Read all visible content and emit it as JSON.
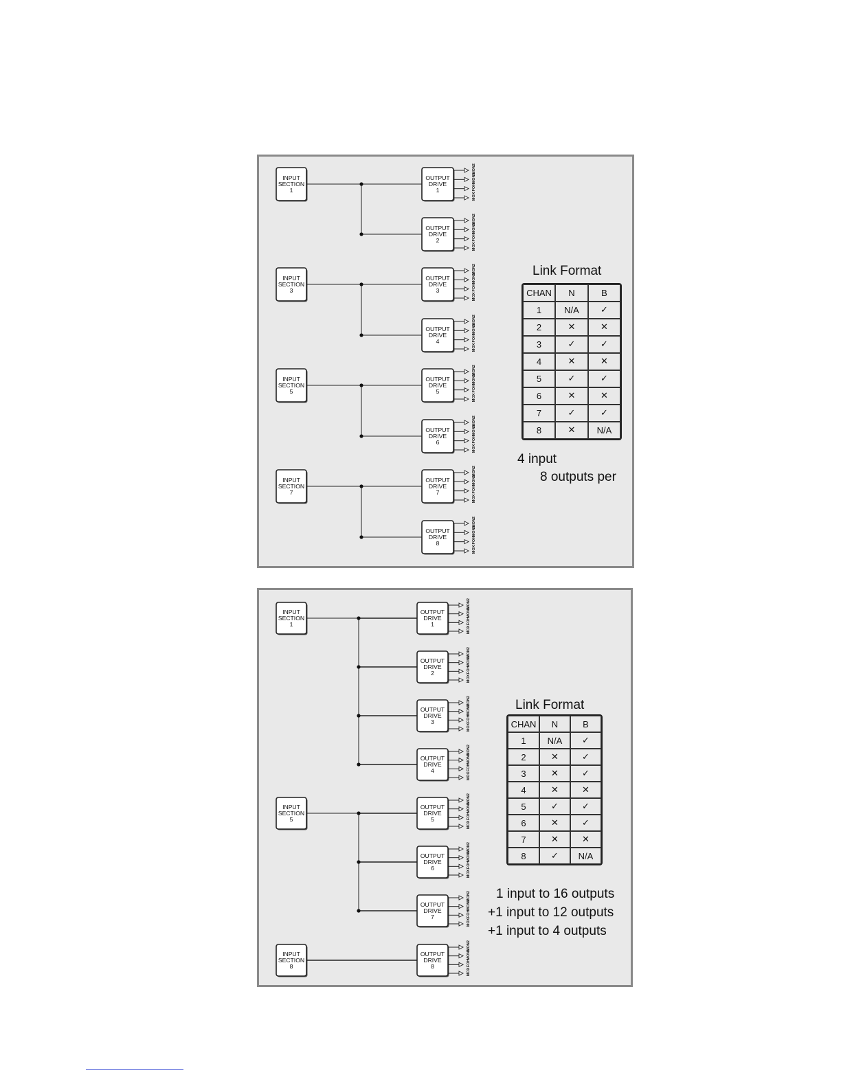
{
  "block_labels": {
    "input_line1": "INPUT",
    "input_line2": "SECTION",
    "output_line1": "OUTPUT",
    "output_line2": "DRIVE"
  },
  "output_tags": [
    "MOX",
    "FOH",
    "MON1",
    "MON2"
  ],
  "symbols": {
    "check": "✓",
    "cross": "✕"
  },
  "panels": [
    {
      "id": "top",
      "inputs": [
        "1",
        "3",
        "5",
        "7"
      ],
      "outputs": [
        "1",
        "2",
        "3",
        "4",
        "5",
        "6",
        "7",
        "8"
      ],
      "link_format": {
        "title": "Link Format",
        "headers": [
          "CHAN",
          "N",
          "B"
        ],
        "rows": [
          [
            "1",
            "N/A",
            "check"
          ],
          [
            "2",
            "cross",
            "cross"
          ],
          [
            "3",
            "check",
            "check"
          ],
          [
            "4",
            "cross",
            "cross"
          ],
          [
            "5",
            "check",
            "check"
          ],
          [
            "6",
            "cross",
            "cross"
          ],
          [
            "7",
            "check",
            "check"
          ],
          [
            "8",
            "cross",
            "N/A"
          ]
        ]
      },
      "notes": [
        "4 input",
        "8 outputs per"
      ]
    },
    {
      "id": "bottom",
      "inputs": [
        "1",
        "5",
        "8"
      ],
      "outputs": [
        "1",
        "2",
        "3",
        "4",
        "5",
        "6",
        "7",
        "8"
      ],
      "link_format": {
        "title": "Link Format",
        "headers": [
          "CHAN",
          "N",
          "B"
        ],
        "rows": [
          [
            "1",
            "N/A",
            "check"
          ],
          [
            "2",
            "cross",
            "check"
          ],
          [
            "3",
            "cross",
            "check"
          ],
          [
            "4",
            "cross",
            "cross"
          ],
          [
            "5",
            "check",
            "check"
          ],
          [
            "6",
            "cross",
            "check"
          ],
          [
            "7",
            "cross",
            "cross"
          ],
          [
            "8",
            "check",
            "N/A"
          ]
        ]
      },
      "notes": [
        "1 input to 16 outputs",
        "+1 input to 12 outputs",
        "+1 input to 4 outputs"
      ]
    }
  ]
}
